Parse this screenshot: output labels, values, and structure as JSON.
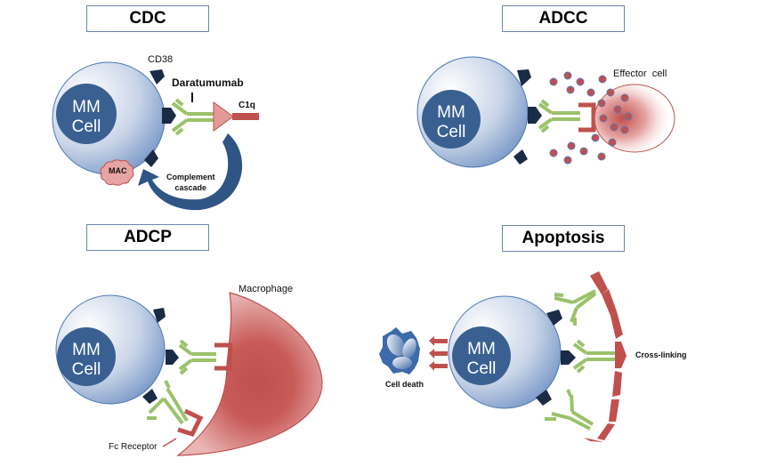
{
  "panels": {
    "cdc": {
      "title": "CDC",
      "cell_label_line1": "MM",
      "cell_label_line2": "Cell",
      "labels": {
        "receptor": "CD38",
        "antibody": "Daratumumab",
        "complement_protein": "C1q",
        "mac": "MAC",
        "cascade_line1": "Complement",
        "cascade_line2": "cascade"
      }
    },
    "adcc": {
      "title": "ADCC",
      "cell_label_line1": "MM",
      "cell_label_line2": "Cell",
      "labels": {
        "effector": "Effector  cell"
      }
    },
    "adcp": {
      "title": "ADCP",
      "cell_label_line1": "MM",
      "cell_label_line2": "Cell",
      "labels": {
        "macrophage": "Macrophage",
        "fc_receptor": "Fc Receptor"
      }
    },
    "apoptosis": {
      "title": "Apoptosis",
      "cell_label_line1": "MM",
      "cell_label_line2": "Cell",
      "labels": {
        "cell_death": "Cell death",
        "cross_linking": "Cross-linking"
      }
    }
  },
  "colors": {
    "nucleus": "#3a6091",
    "receptor": "#1a2b45",
    "antibody": "#9bc26a",
    "red_accent": "#c0504d",
    "title_border": "#6b86ad",
    "cascade_arrow": "#2f5585"
  }
}
